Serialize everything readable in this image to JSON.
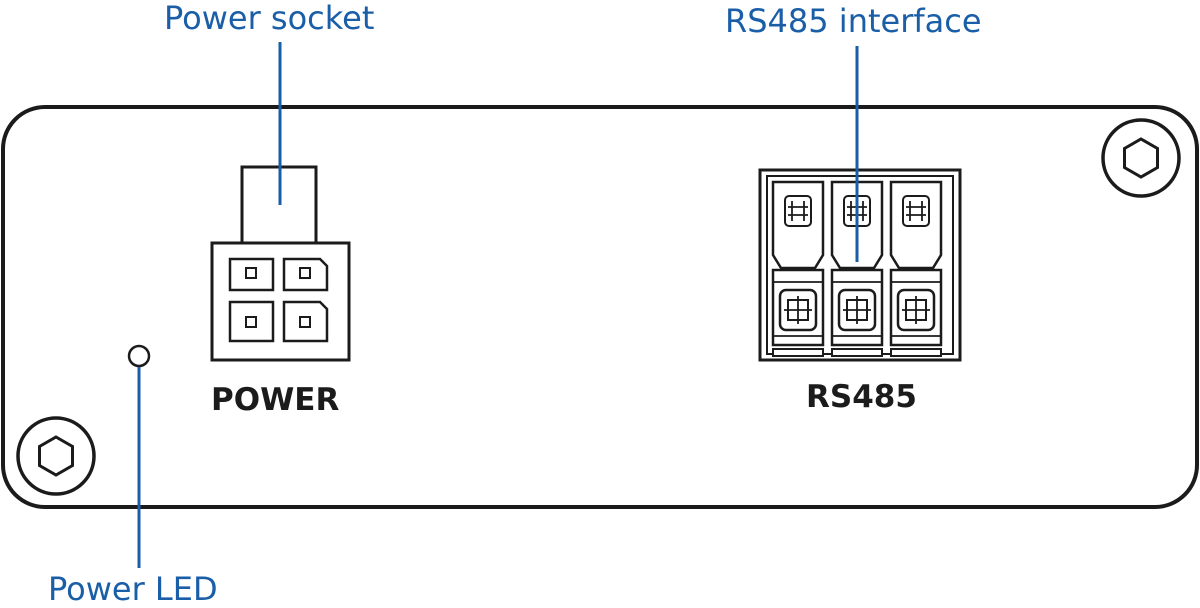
{
  "callouts": {
    "power_socket": "Power socket",
    "rs485_interface": "RS485 interface",
    "power_led": "Power LED"
  },
  "panel_labels": {
    "power": "POWER",
    "rs485": "RS485"
  },
  "colors": {
    "callout_blue": "#1a5ea8",
    "outline": "#1b1b1b",
    "panel_fill": "#ffffff"
  },
  "icons": {
    "mounting_screw": "hex-socket-screw-icon",
    "led": "led-indicator-icon"
  }
}
